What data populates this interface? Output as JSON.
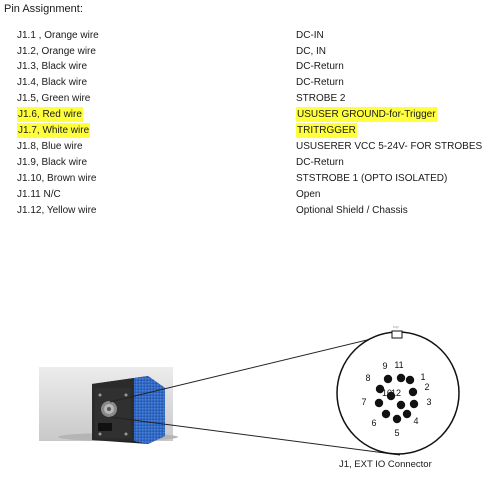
{
  "title": "Pin Assignment:",
  "pins": [
    {
      "wire": "J1.1 , Orange wire",
      "signal": "DC-IN",
      "highlight": false
    },
    {
      "wire": "J1.2, Orange wire",
      "signal": "DC, IN",
      "highlight": false
    },
    {
      "wire": "J1.3, Black wire",
      "signal": "DC-Return",
      "highlight": false
    },
    {
      "wire": "J1.4, Black wire",
      "signal": "DC-Return",
      "highlight": false
    },
    {
      "wire": "J1.5, Green wire",
      "signal": "STROBE 2",
      "highlight": false
    },
    {
      "wire": "J1.6, Red wire",
      "signal": "USUSER GROUND-for-Trigger",
      "highlight": true
    },
    {
      "wire": "J1.7, White wire",
      "signal": "TRITRGGER",
      "highlight": true
    },
    {
      "wire": "J1.8, Blue wire",
      "signal": "USUSERER VCC 5-24V- FOR STROBES",
      "highlight": false
    },
    {
      "wire": "J1.9, Black wire",
      "signal": "DC-Return",
      "highlight": false
    },
    {
      "wire": "J1.10, Brown wire",
      "signal": "STSTROBE  1  (OPTO ISOLATED)",
      "highlight": false
    },
    {
      "wire": "J1.11 N/C",
      "signal": "Open",
      "highlight": false
    },
    {
      "wire": "J1.12, Yellow wire",
      "signal": "Optional Shield / Chassis",
      "highlight": false
    }
  ],
  "highlight_color": "#ffff3c",
  "camera_color": "#2f6fd8",
  "connector": {
    "pin_labels": [
      "1",
      "2",
      "3",
      "4",
      "5",
      "6",
      "7",
      "8",
      "9",
      "10",
      "11",
      "12"
    ],
    "key_label": "top",
    "caption": "J1, EXT IO Connector"
  }
}
